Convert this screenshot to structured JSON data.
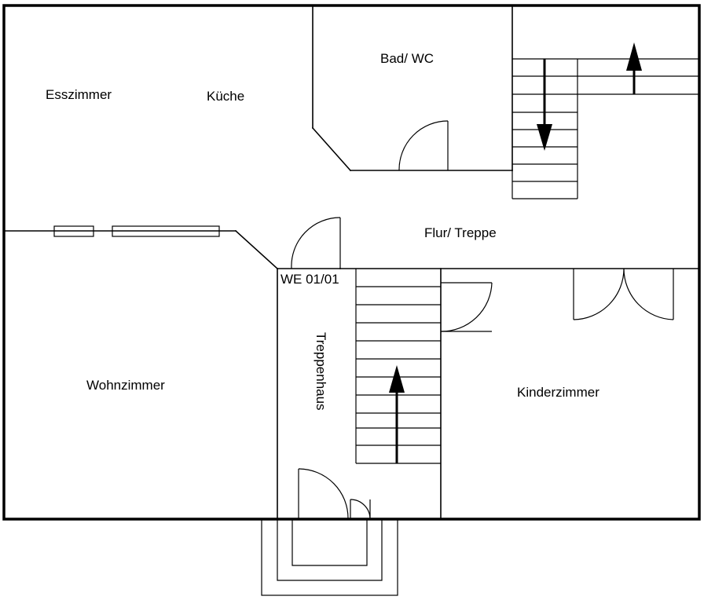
{
  "rooms": {
    "esszimmer": "Esszimmer",
    "kueche": "Küche",
    "bad_wc": "Bad/ WC",
    "flur_treppe": "Flur/ Treppe",
    "wohnzimmer": "Wohnzimmer",
    "treppenhaus": "Treppenhaus",
    "kinderzimmer": "Kinderzimmer"
  },
  "unit_label": "WE 01/01"
}
